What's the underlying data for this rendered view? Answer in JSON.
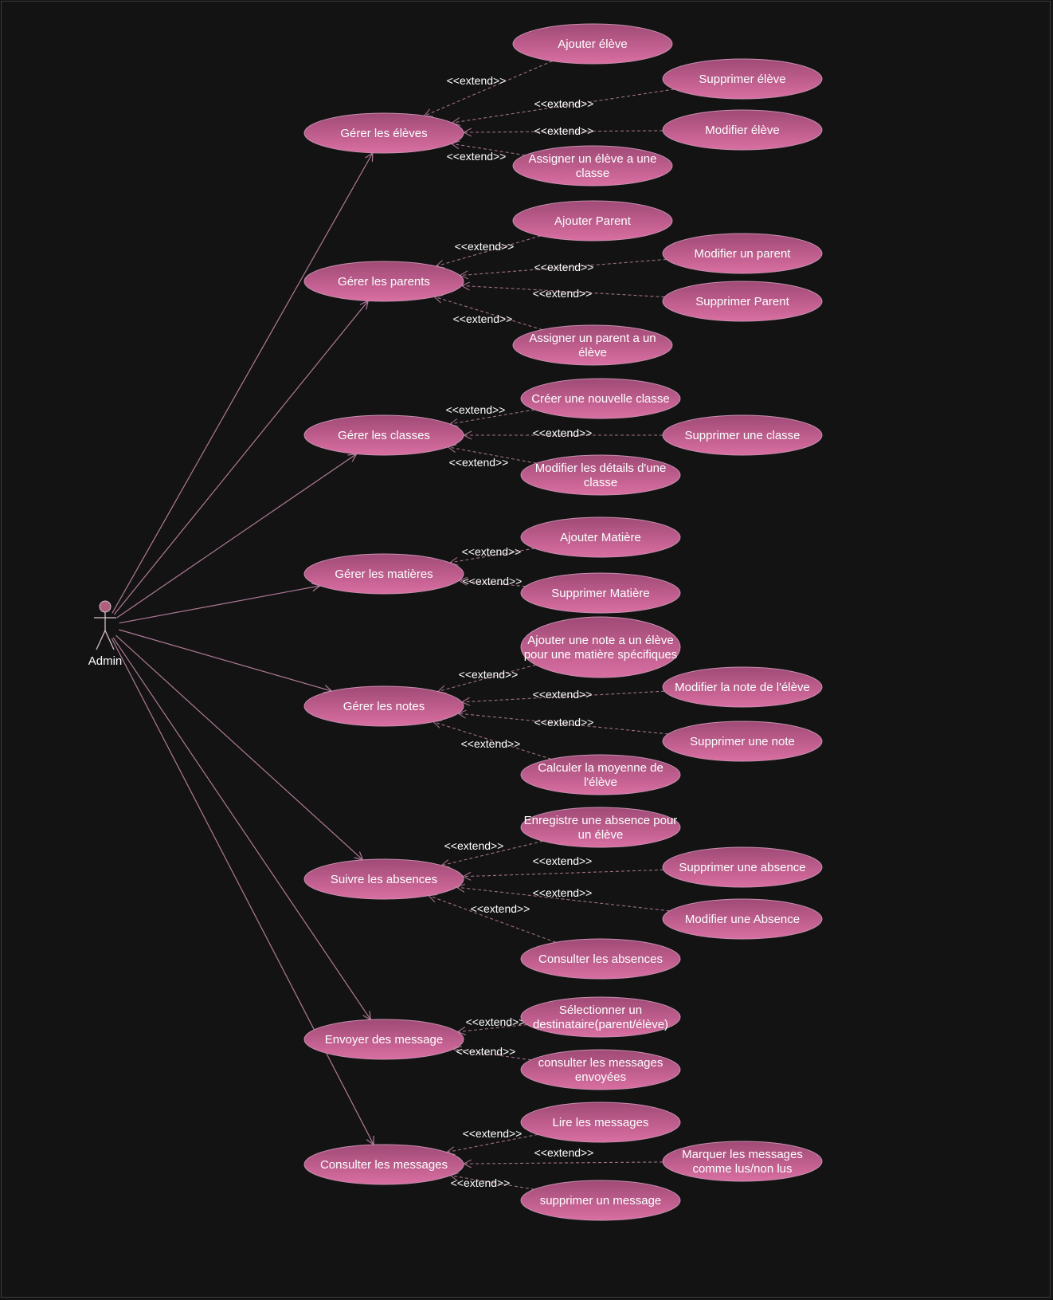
{
  "actor": {
    "name": "Admin",
    "icon": "stick-figure-icon"
  },
  "colors": {
    "background": "#131313",
    "ellipse_top": "#a04a76",
    "ellipse_bottom": "#d96fa2",
    "ellipse_border": "#c890b0",
    "line": "#b07a98"
  },
  "extend_label": "<<extend>>",
  "main_use_cases": [
    "Gérer les élèves",
    "Gérer les parents",
    "Gérer les classes",
    "Gérer les matières",
    "Gérer les notes",
    "Suivre les absences",
    "Envoyer des message",
    "Consulter les messages"
  ],
  "extensions": [
    {
      "parent": 0,
      "lines": [
        "Ajouter élève"
      ]
    },
    {
      "parent": 0,
      "lines": [
        "Supprimer élève"
      ]
    },
    {
      "parent": 0,
      "lines": [
        "Modifier élève"
      ]
    },
    {
      "parent": 0,
      "lines": [
        "Assigner un élève a une",
        "classe"
      ]
    },
    {
      "parent": 1,
      "lines": [
        "Ajouter Parent"
      ]
    },
    {
      "parent": 1,
      "lines": [
        "Modifier un parent"
      ]
    },
    {
      "parent": 1,
      "lines": [
        "Supprimer Parent"
      ]
    },
    {
      "parent": 1,
      "lines": [
        "Assigner un parent a un",
        "élève"
      ]
    },
    {
      "parent": 2,
      "lines": [
        "Créer une nouvelle classe"
      ]
    },
    {
      "parent": 2,
      "lines": [
        "Supprimer une classe"
      ]
    },
    {
      "parent": 2,
      "lines": [
        "Modifier les détails d'une",
        "classe"
      ]
    },
    {
      "parent": 3,
      "lines": [
        "Ajouter Matière"
      ]
    },
    {
      "parent": 3,
      "lines": [
        "Supprimer Matière"
      ]
    },
    {
      "parent": 4,
      "lines": [
        "Ajouter une note a un élève",
        "pour une matière spécifiques"
      ]
    },
    {
      "parent": 4,
      "lines": [
        "Modifier la note de l'élève"
      ]
    },
    {
      "parent": 4,
      "lines": [
        "Supprimer une note"
      ]
    },
    {
      "parent": 4,
      "lines": [
        "Calculer la moyenne de",
        "l'élève"
      ]
    },
    {
      "parent": 5,
      "lines": [
        "Enregistre une absence pour",
        "un élève"
      ]
    },
    {
      "parent": 5,
      "lines": [
        "Supprimer une absence"
      ]
    },
    {
      "parent": 5,
      "lines": [
        "Modifier une Absence"
      ]
    },
    {
      "parent": 5,
      "lines": [
        "Consulter les absences"
      ]
    },
    {
      "parent": 6,
      "lines": [
        "Sélectionner un",
        "destinataire(parent/élève)"
      ]
    },
    {
      "parent": 6,
      "lines": [
        "consulter les messages",
        "envoyées"
      ]
    },
    {
      "parent": 7,
      "lines": [
        "Lire les messages"
      ]
    },
    {
      "parent": 7,
      "lines": [
        "Marquer les messages",
        "comme lus/non lus"
      ]
    },
    {
      "parent": 7,
      "lines": [
        "supprimer un message"
      ]
    }
  ]
}
